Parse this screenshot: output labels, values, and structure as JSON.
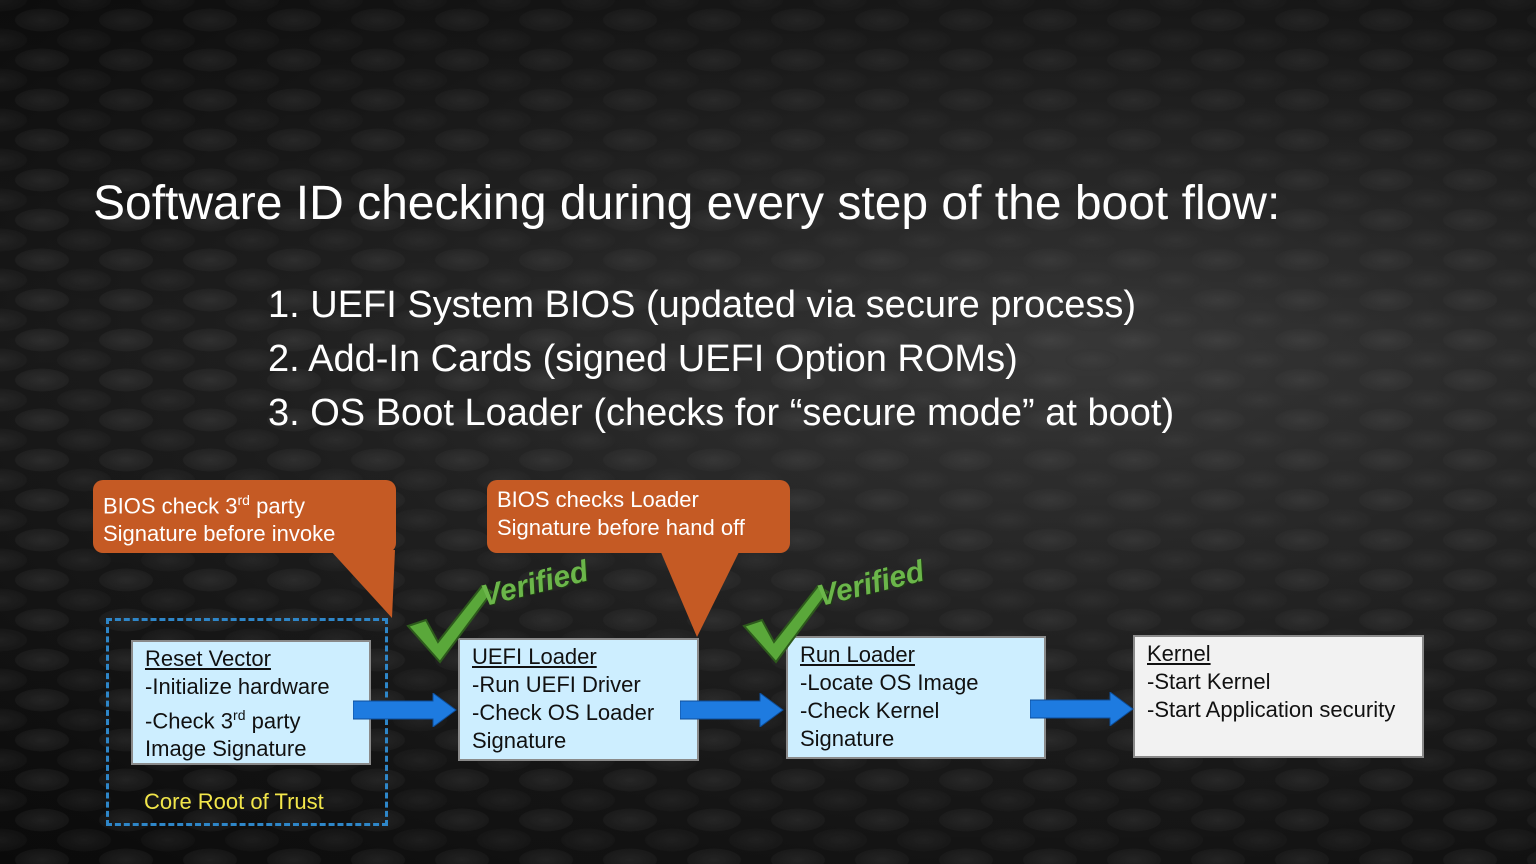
{
  "title": "Software ID checking during every step of the boot flow:",
  "steps": [
    "1. UEFI System BIOS (updated via secure process)",
    "2. Add-In Cards (signed UEFI Option ROMs)",
    "3. OS Boot Loader (checks for “secure mode” at boot)"
  ],
  "callouts": [
    {
      "line1_pre": "BIOS check 3",
      "line1_sup": "rd",
      "line1_post": " party",
      "line2": "Signature before invoke"
    },
    {
      "line1": "BIOS checks Loader",
      "line2": "Signature before hand off"
    }
  ],
  "verified_label": "Verified",
  "core_root_label": "Core Root of Trust",
  "stages": [
    {
      "head": "Reset Vector",
      "lines": [
        "-Initialize hardware",
        "-Check 3",
        "rd",
        " party",
        "Image Signature"
      ]
    },
    {
      "head": "UEFI Loader",
      "lines": [
        "-Run UEFI Driver",
        "-Check OS Loader",
        "Signature"
      ]
    },
    {
      "head": "Run Loader",
      "lines": [
        "-Locate OS Image",
        "-Check Kernel",
        "Signature"
      ]
    },
    {
      "head": "Kernel",
      "lines": [
        "-Start Kernel",
        "-Start Application security"
      ]
    }
  ],
  "colors": {
    "callout": "#c55a24",
    "stage_blue": "#cdeeff",
    "stage_white": "#f2f2f2",
    "arrow": "#1e7be0",
    "check": "#5aa83a",
    "crt_border": "#2e86c8",
    "crt_text": "#f2e64a"
  },
  "icons": {
    "check": "checkmark-icon",
    "arrow": "right-arrow-icon"
  }
}
